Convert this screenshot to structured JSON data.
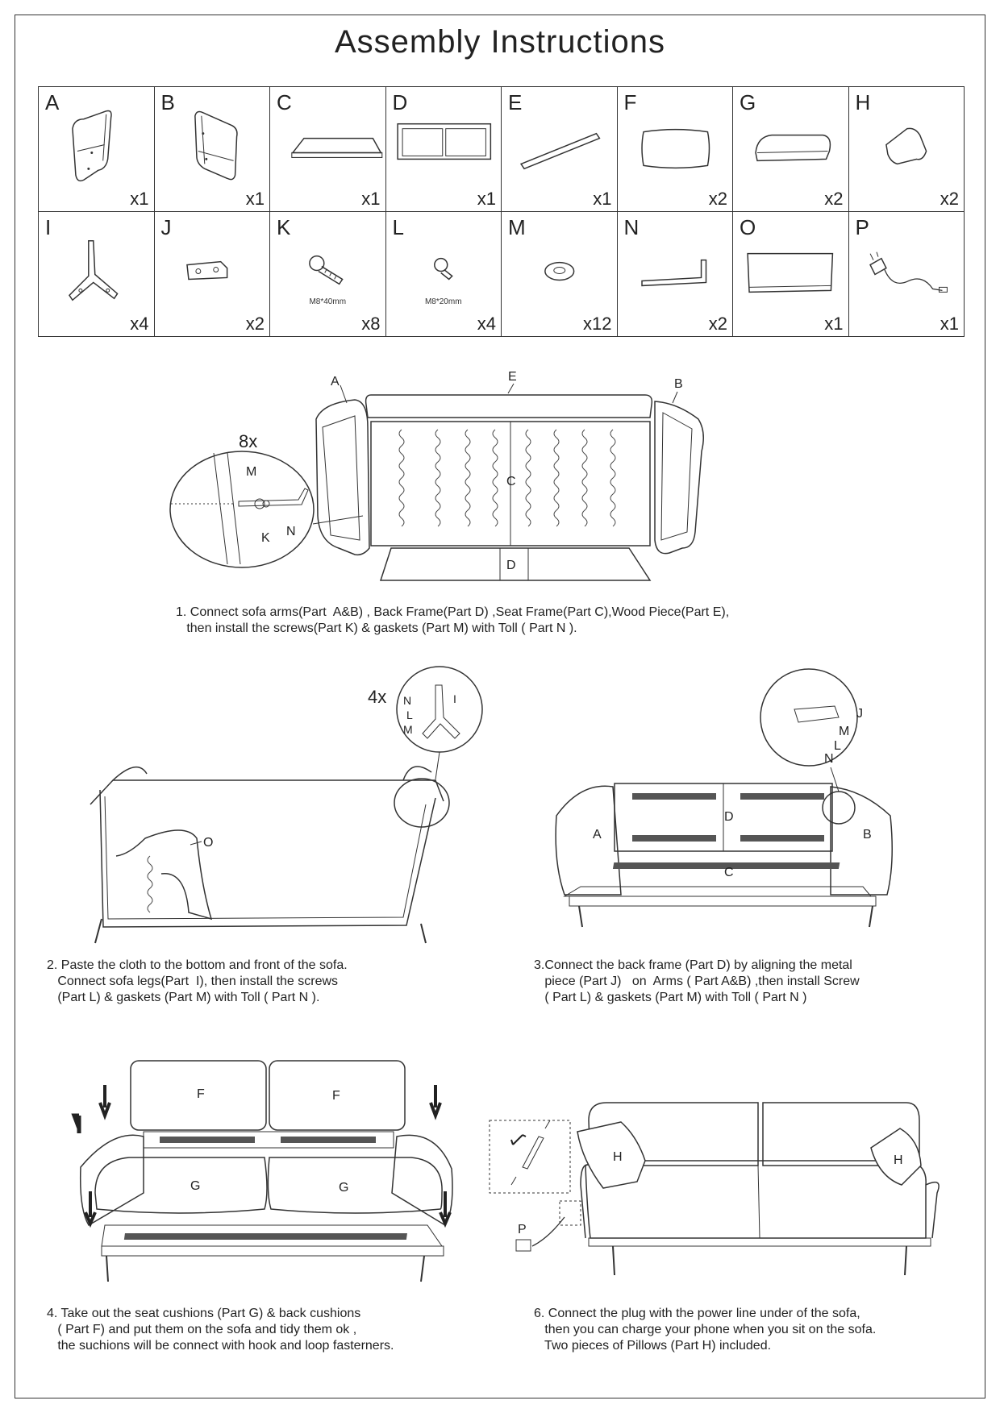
{
  "title": "Assembly Instructions",
  "parts": [
    {
      "letter": "A",
      "qty": "x1",
      "icon": "sofa-arm-left-icon"
    },
    {
      "letter": "B",
      "qty": "x1",
      "icon": "sofa-arm-right-icon"
    },
    {
      "letter": "C",
      "qty": "x1",
      "icon": "seat-frame-icon"
    },
    {
      "letter": "D",
      "qty": "x1",
      "icon": "back-frame-icon"
    },
    {
      "letter": "E",
      "qty": "x1",
      "icon": "wood-piece-icon"
    },
    {
      "letter": "F",
      "qty": "x2",
      "icon": "back-cushion-icon"
    },
    {
      "letter": "G",
      "qty": "x2",
      "icon": "seat-cushion-icon"
    },
    {
      "letter": "H",
      "qty": "x2",
      "icon": "pillow-icon"
    },
    {
      "letter": "I",
      "qty": "x4",
      "icon": "sofa-leg-icon"
    },
    {
      "letter": "J",
      "qty": "x2",
      "icon": "metal-bracket-icon"
    },
    {
      "letter": "K",
      "qty": "x8",
      "icon": "long-screw-icon",
      "label": "M8*40mm"
    },
    {
      "letter": "L",
      "qty": "x4",
      "icon": "short-screw-icon",
      "label": "M8*20mm"
    },
    {
      "letter": "M",
      "qty": "x12",
      "icon": "gasket-icon"
    },
    {
      "letter": "N",
      "qty": "x2",
      "icon": "allen-key-icon"
    },
    {
      "letter": "O",
      "qty": "x1",
      "icon": "cloth-icon"
    },
    {
      "letter": "P",
      "qty": "x1",
      "icon": "power-adapter-icon"
    }
  ],
  "steps": {
    "step1": {
      "text": "1. Connect sofa arms(Part  A&B) , Back Frame(Part D) ,Seat Frame(Part C),Wood Piece(Part E),\n   then install the screws(Part K) & gaskets (Part M) with Toll ( Part N ).",
      "labels": {
        "a": "A",
        "b": "B",
        "c": "C",
        "d": "D",
        "e": "E",
        "m": "M",
        "k": "K",
        "n": "N",
        "count": "8x"
      }
    },
    "step2": {
      "text": "2. Paste the cloth to the bottom and front of the sofa.\n   Connect sofa legs(Part  I), then install the screws\n   (Part L) & gaskets (Part M) with Toll ( Part N ).",
      "labels": {
        "o": "O",
        "n": "N",
        "l": "L",
        "m": "M",
        "i": "I",
        "count": "4x"
      }
    },
    "step3": {
      "text": "3.Connect the back frame (Part D) by aligning the metal\n   piece (Part J)   on  Arms ( Part A&B) ,then install Screw\n   ( Part L) & gaskets (Part M) with Toll ( Part N )",
      "labels": {
        "a": "A",
        "b": "B",
        "c": "C",
        "d": "D",
        "j": "J",
        "m": "M",
        "l": "L",
        "n": "N"
      }
    },
    "step4": {
      "text": "4. Take out the seat cushions (Part G) & back cushions\n   ( Part F) and put them on the sofa and tidy them ok ,\n   the suchions will be connect with hook and loop fasterners.",
      "labels": {
        "f1": "F",
        "f2": "F",
        "g1": "G",
        "g2": "G"
      }
    },
    "step6": {
      "text": "6. Connect the plug with the power line under of the sofa,\n   then you can charge your phone when you sit on the sofa.\n   Two pieces of Pillows (Part H) included.",
      "labels": {
        "h1": "H",
        "h2": "H",
        "p": "P"
      }
    }
  }
}
